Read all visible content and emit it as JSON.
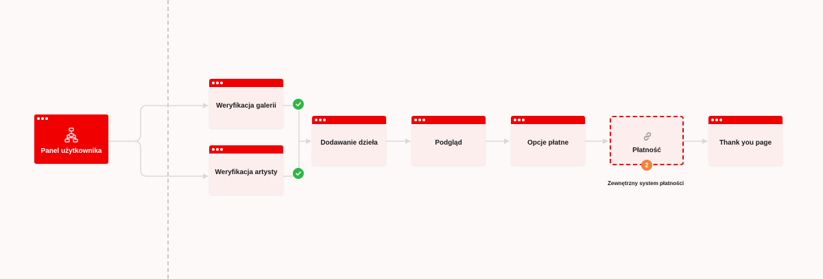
{
  "nodes": {
    "panel": {
      "label": "Panel użytkownika",
      "icon": "sitemap-icon"
    },
    "gallery": {
      "label": "Weryfikacja galerii",
      "status": "check-icon"
    },
    "artist": {
      "label": "Weryfikacja artysty",
      "status": "check-icon"
    },
    "add_artwork": {
      "label": "Dodawanie dzieła"
    },
    "preview": {
      "label": "Podgląd"
    },
    "paid_options": {
      "label": "Opcje płatne"
    },
    "payment": {
      "label": "Płatność",
      "icon": "link-icon",
      "badge": "2",
      "caption": "Zewnętrzny system płatności"
    },
    "thank_you": {
      "label": "Thank you page"
    }
  },
  "colors": {
    "accent": "#f00000",
    "card_fill": "#fdeeee",
    "check": "#2eb843",
    "badge": "#f5813c",
    "connector": "#d9d9d9"
  }
}
